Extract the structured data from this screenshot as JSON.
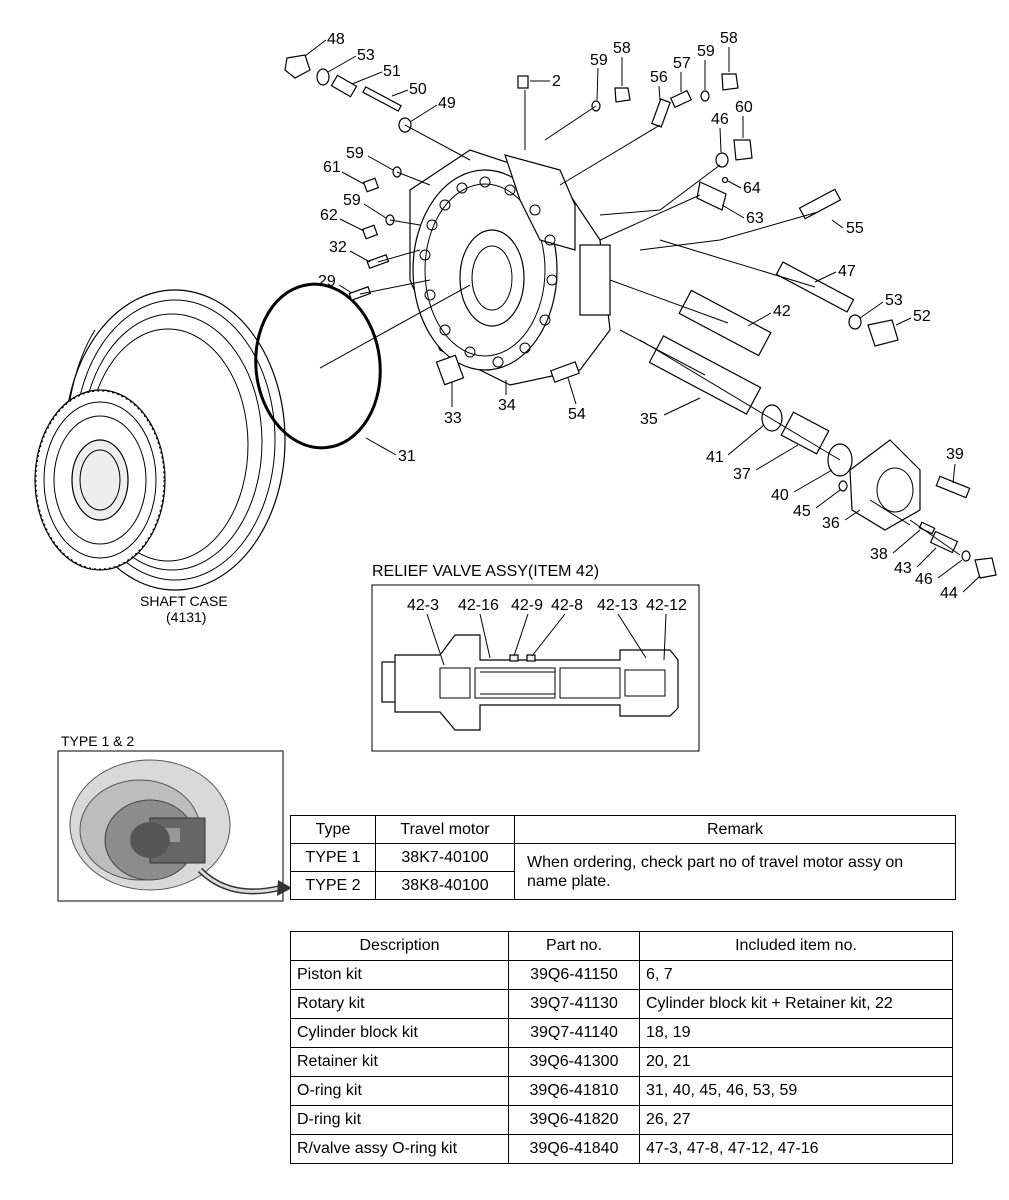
{
  "callouts": [
    {
      "id": "48"
    },
    {
      "id": "53"
    },
    {
      "id": "51"
    },
    {
      "id": "50"
    },
    {
      "id": "49"
    },
    {
      "id": "2"
    },
    {
      "id": "59"
    },
    {
      "id": "58"
    },
    {
      "id": "56"
    },
    {
      "id": "57"
    },
    {
      "id": "59"
    },
    {
      "id": "58"
    },
    {
      "id": "46"
    },
    {
      "id": "60"
    },
    {
      "id": "64"
    },
    {
      "id": "63"
    },
    {
      "id": "55"
    },
    {
      "id": "61"
    },
    {
      "id": "59"
    },
    {
      "id": "59"
    },
    {
      "id": "62"
    },
    {
      "id": "32"
    },
    {
      "id": "29"
    },
    {
      "id": "47"
    },
    {
      "id": "53"
    },
    {
      "id": "52"
    },
    {
      "id": "42"
    },
    {
      "id": "33"
    },
    {
      "id": "34"
    },
    {
      "id": "54"
    },
    {
      "id": "35"
    },
    {
      "id": "31"
    },
    {
      "id": "39"
    },
    {
      "id": "41"
    },
    {
      "id": "37"
    },
    {
      "id": "40"
    },
    {
      "id": "45"
    },
    {
      "id": "36"
    },
    {
      "id": "38"
    },
    {
      "id": "43"
    },
    {
      "id": "46"
    },
    {
      "id": "44"
    }
  ],
  "shaft_case": {
    "label": "SHAFT CASE",
    "code": "(4131)"
  },
  "relief_valve": {
    "title": "RELIEF VALVE ASSY(ITEM 42)",
    "labels": [
      "42-3",
      "42-16",
      "42-9",
      "42-8",
      "42-13",
      "42-12"
    ]
  },
  "type_inset": {
    "title": "TYPE 1 & 2"
  },
  "type_table": {
    "headers": [
      "Type",
      "Travel motor",
      "Remark"
    ],
    "rows": [
      {
        "type": "TYPE 1",
        "motor": "38K7-40100"
      },
      {
        "type": "TYPE 2",
        "motor": "38K8-40100"
      }
    ],
    "remark": "When ordering, check part no of travel motor assy on name plate."
  },
  "kit_table": {
    "headers": [
      "Description",
      "Part no.",
      "Included item no."
    ],
    "rows": [
      {
        "desc": "Piston kit",
        "part": "39Q6-41150",
        "items": "6, 7"
      },
      {
        "desc": "Rotary kit",
        "part": "39Q7-41130",
        "items": "Cylinder block kit + Retainer kit, 22"
      },
      {
        "desc": "Cylinder block kit",
        "part": "39Q7-41140",
        "items": "18, 19"
      },
      {
        "desc": "Retainer kit",
        "part": "39Q6-41300",
        "items": "20, 21"
      },
      {
        "desc": "O-ring kit",
        "part": "39Q6-41810",
        "items": "31, 40, 45, 46, 53, 59"
      },
      {
        "desc": "D-ring kit",
        "part": "39Q6-41820",
        "items": "26, 27"
      },
      {
        "desc": "R/valve assy O-ring kit",
        "part": "39Q6-41840",
        "items": "47-3, 47-8, 47-12, 47-16"
      }
    ]
  }
}
